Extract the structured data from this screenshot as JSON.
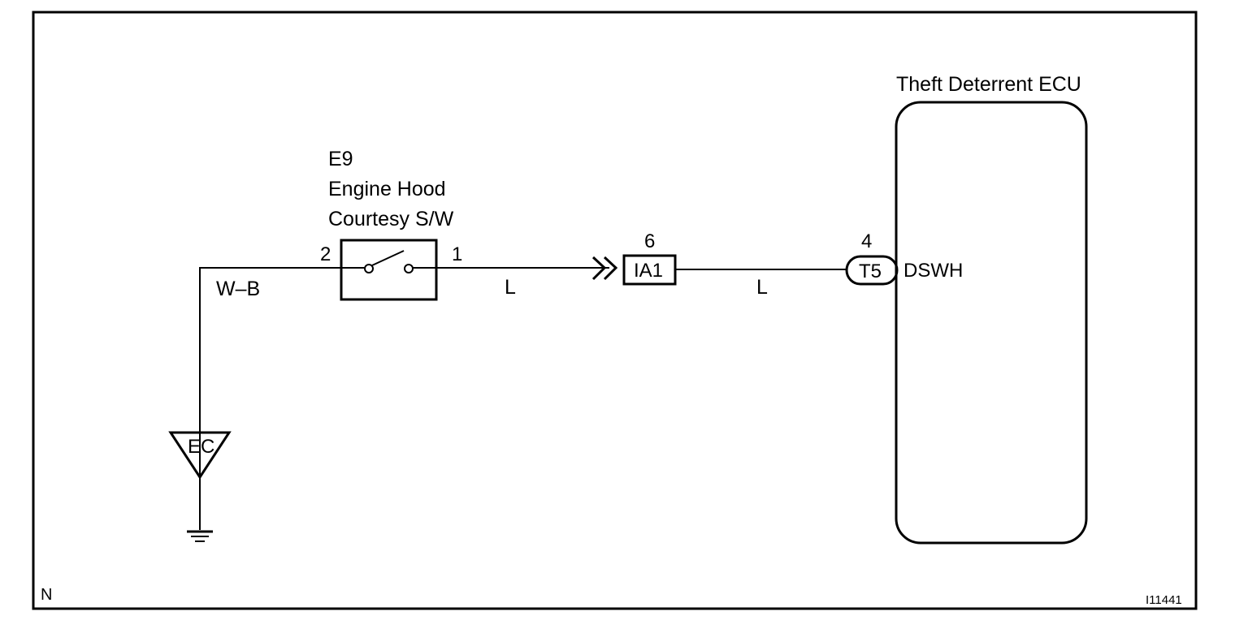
{
  "diagram": {
    "ecu": {
      "title": "Theft Deterrent ECU",
      "terminal_code": "T5",
      "terminal_pin": "4",
      "terminal_signal": "DSWH"
    },
    "switch": {
      "code": "E9",
      "name_line1": "Engine Hood",
      "name_line2": "Courtesy S/W",
      "pin_left": "2",
      "pin_right": "1"
    },
    "connector": {
      "code": "IA1",
      "pin": "6"
    },
    "wires": {
      "ground_wire": "W–B",
      "switch_to_connector": "L",
      "connector_to_ecu": "L"
    },
    "ground": {
      "label": "EC"
    },
    "footer": {
      "region_code": "N",
      "figure_id": "I11441"
    }
  }
}
